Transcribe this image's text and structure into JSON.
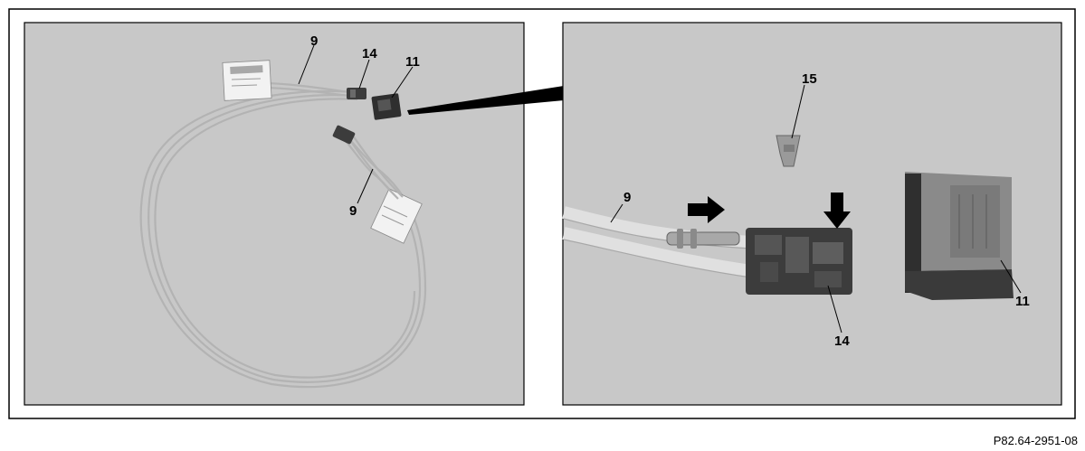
{
  "figure": {
    "code": "P82.64-2951-08",
    "colors": {
      "panel_bg": "#c8c8c8",
      "frame": "#000000",
      "cable": "#b7b7b7",
      "connector_dark": "#3c3c3c",
      "label_paper": "#f2f2f2"
    }
  },
  "left_panel": {
    "callouts": [
      "9",
      "14",
      "11",
      "9"
    ]
  },
  "right_panel": {
    "callouts": [
      "15",
      "9",
      "14",
      "11"
    ],
    "arrows": [
      "arrow-right",
      "arrow-down"
    ]
  }
}
